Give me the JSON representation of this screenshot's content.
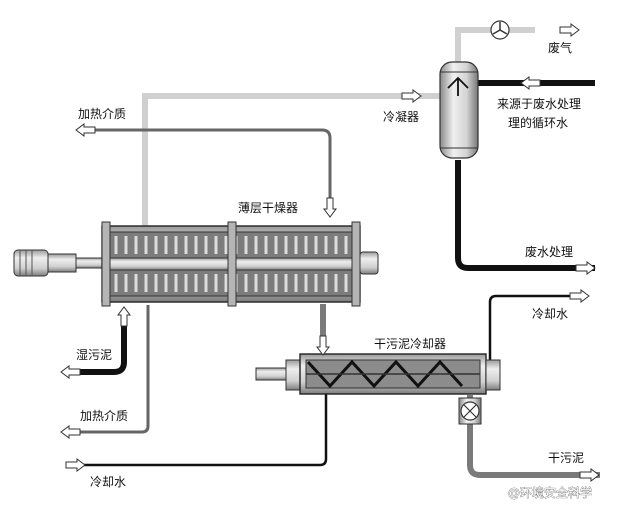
{
  "labels": {
    "exhaust_gas": "废气",
    "recirculated_water": "来源于废水处理",
    "recirculated_water_2": "理的循环水",
    "condenser": "冷凝器",
    "heating_medium_in": "加热介质",
    "thin_film_dryer": "薄层干燥器",
    "wastewater_treatment": "废水处理",
    "cooling_water_out": "冷却水",
    "wet_sludge": "湿污泥",
    "dry_sludge_cooler": "干污泥冷却器",
    "heating_medium_out": "加热介质",
    "cooling_water_in": "冷却水",
    "dry_sludge": "干污泥"
  },
  "watermark": "@环境安全科学",
  "colors": {
    "gas_line": "#d4d4d4",
    "hot_medium_line": "#7a7a7a",
    "water_line": "#111111",
    "equipment": "#c8c8c8"
  },
  "icons": {
    "fan": "fan-icon",
    "valve": "rotary-valve-icon",
    "arrow": "hollow-arrow-icon"
  }
}
